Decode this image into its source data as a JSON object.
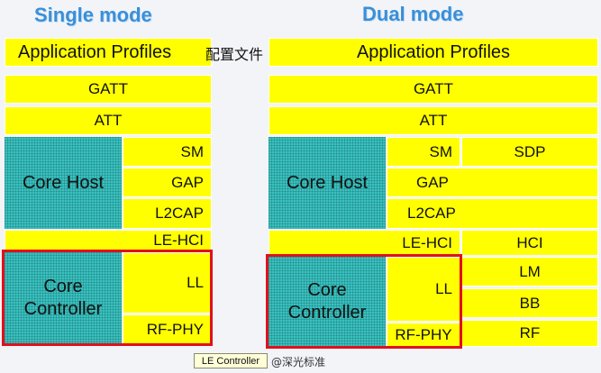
{
  "single": {
    "title": "Single mode",
    "app_profiles": "Application Profiles",
    "gatt": "GATT",
    "att": "ATT",
    "sm": "SM",
    "gap": "GAP",
    "l2cap": "L2CAP",
    "le_hci": "LE-HCI",
    "core_host": "Core Host",
    "core_controller": "Core\nController",
    "ll": "LL",
    "rf_phy": "RF-PHY"
  },
  "annotation": "配置文件",
  "dual": {
    "title": "Dual mode",
    "app_profiles": "Application Profiles",
    "gatt": "GATT",
    "att": "ATT",
    "sm": "SM",
    "sdp": "SDP",
    "gap": "GAP",
    "l2cap": "L2CAP",
    "le_hci": "LE-HCI",
    "hci": "HCI",
    "core_host": "Core Host",
    "core_controller": "Core\nController",
    "ll": "LL",
    "lm": "LM",
    "bb": "BB",
    "rf_phy": "RF-PHY",
    "rf": "RF"
  },
  "footer": {
    "label": "LE Controller",
    "watermark": "@深光标准"
  },
  "colors": {
    "block_yellow": "#ffff00",
    "core_teal": "#38c2c0",
    "highlight_red": "#e0101c",
    "title_blue": "#3a8fd8"
  }
}
